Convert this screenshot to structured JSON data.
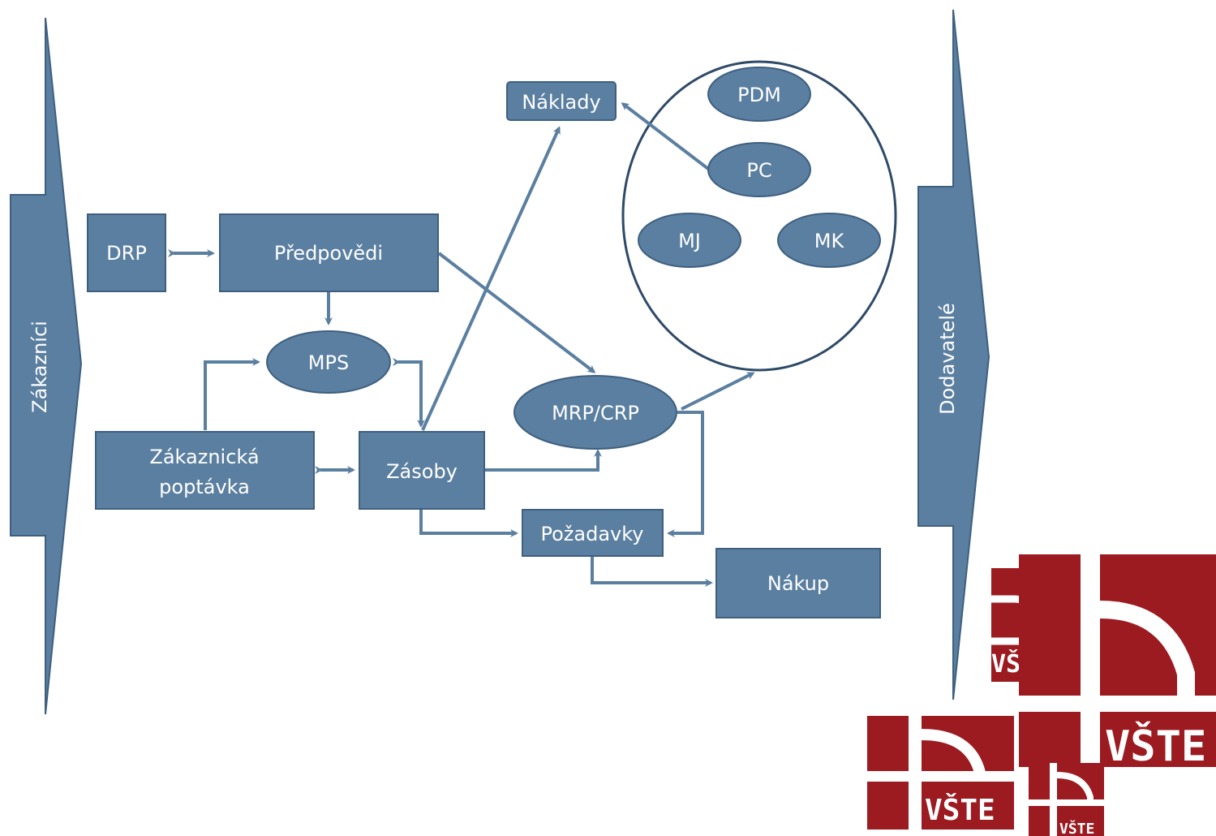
{
  "colors": {
    "node_fill": "#5B7FA0",
    "node_stroke": "#3E5F80",
    "arrow": "#5B7FA0",
    "ellipse_outline": "#2E4A68",
    "logo_red": "#9B1B21",
    "logo_white": "#ffffff"
  },
  "side": {
    "left_label": "Zákazníci",
    "right_label": "Dodavatelé"
  },
  "nodes": {
    "drp": "DRP",
    "predpovedi": "Předpovědi",
    "mps": "MPS",
    "zakaznicka_line1": "Zákaznická",
    "zakaznicka_line2": "poptávka",
    "zasoby": "Zásoby",
    "naklady": "Náklady",
    "mrp_crp": "MRP/CRP",
    "pozadavky": "Požadavky",
    "nakup": "Nákup",
    "pdm": "PDM",
    "pc": "PC",
    "mj": "MJ",
    "mk": "MK"
  },
  "logo": {
    "text": "VŠTE"
  }
}
